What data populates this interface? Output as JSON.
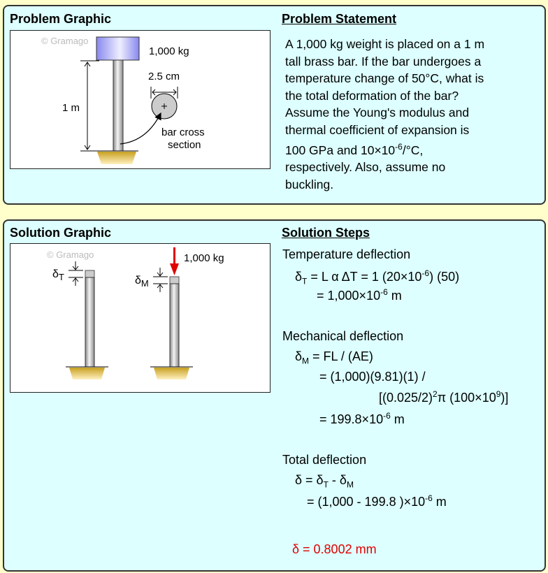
{
  "problem": {
    "graphic_title": "Problem Graphic",
    "statement_title": "Problem Statement",
    "watermark": "© Gramago",
    "mass_label": "1,000 kg",
    "diameter_label": "2.5 cm",
    "height_label": "1 m",
    "cross_section_label_1": "bar cross",
    "cross_section_label_2": "section",
    "statement_lines": [
      "A 1,000 kg weight is placed on a 1 m",
      "tall brass bar. If the bar undergoes a",
      "temperature change of 50°C, what is",
      "the total deformation of the bar?",
      "Assume the Young's modulus and",
      "thermal coefficient of expansion is"
    ],
    "statement_line7_a": "100 GPa and 10×10",
    "statement_line7_sup": "-6",
    "statement_line7_b": "/°C,",
    "statement_lines_end": [
      "respectively. Also, assume no",
      "buckling."
    ]
  },
  "solution": {
    "graphic_title": "Solution Graphic",
    "steps_title": "Solution Steps",
    "watermark": "© Gramago",
    "force_label": "1,000 kg",
    "delta": "δ",
    "sub_T": "T",
    "sub_M": "M",
    "temp_heading": "Temperature deflection",
    "temp_eq_a": " = L α ΔT = 1 (20×10",
    "temp_eq_sup": "-6",
    "temp_eq_b": ") (50)",
    "temp_res_a": "= 1,000×10",
    "temp_res_b": " m",
    "mech_heading": "Mechanical deflection",
    "mech_eq": " = FL / (AE)",
    "mech_l2": "= (1,000)(9.81)(1) /",
    "mech_l3_a": "[(0.025/2)",
    "mech_l3_sup": "2",
    "mech_l3_b": "π (100×10",
    "mech_l3_sup2": "9",
    "mech_l3_c": ")]",
    "mech_res_a": "= 199.8×10",
    "mech_res_b": " m",
    "total_heading": "Total deflection",
    "total_eq_a": " = ",
    "total_eq_b": " - ",
    "total_l2_a": "= (1,000 - 199.8 )×10",
    "total_l2_b": " m",
    "answer": "δ = 0.8002 mm",
    "answer_color": "#e00000"
  }
}
